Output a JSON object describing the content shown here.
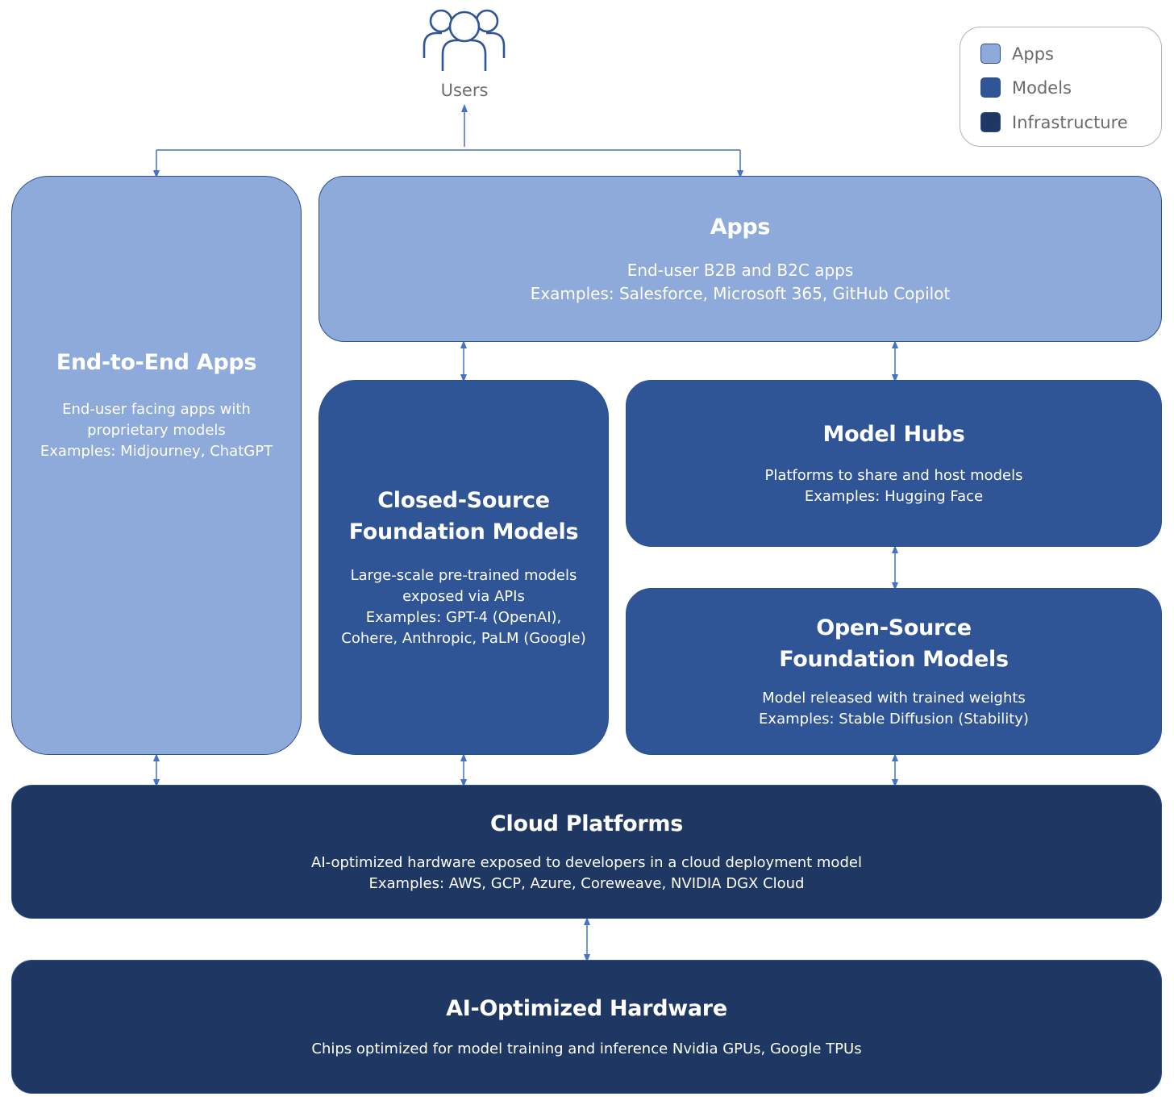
{
  "colors": {
    "apps": "#8eaadb",
    "models": "#2f5597",
    "infrastructure": "#1f3763",
    "arrow": "#4472c4"
  },
  "users": {
    "icon": "users-group-icon",
    "label": "Users"
  },
  "legend": [
    {
      "label": "Apps",
      "color": "#8eaadb"
    },
    {
      "label": "Models",
      "color": "#2f5597"
    },
    {
      "label": "Infrastructure",
      "color": "#1f3763"
    }
  ],
  "boxes": {
    "end_to_end": {
      "title": "End-to-End Apps",
      "description": "End-user facing apps with\nproprietary models\nExamples: Midjourney, ChatGPT"
    },
    "apps": {
      "title": "Apps",
      "description": "End-user B2B and B2C apps\nExamples: Salesforce, Microsoft 365, GitHub Copilot"
    },
    "closed_source": {
      "title": "Closed-Source\nFoundation Models",
      "description": "Large-scale pre-trained models\nexposed via APIs\nExamples: GPT-4 (OpenAI),\nCohere, Anthropic, PaLM (Google)"
    },
    "model_hubs": {
      "title": "Model Hubs",
      "description": "Platforms to share and host models\nExamples: Hugging Face"
    },
    "open_source": {
      "title": "Open-Source\nFoundation Models",
      "description": "Model released with trained weights\nExamples: Stable Diffusion (Stability)"
    },
    "cloud": {
      "title": "Cloud Platforms",
      "description": "AI-optimized hardware exposed to developers in a cloud deployment model\nExamples: AWS, GCP, Azure, Coreweave, NVIDIA DGX Cloud"
    },
    "hardware": {
      "title": "AI-Optimized Hardware",
      "description": "Chips optimized for model training and inference Nvidia GPUs, Google TPUs"
    }
  }
}
